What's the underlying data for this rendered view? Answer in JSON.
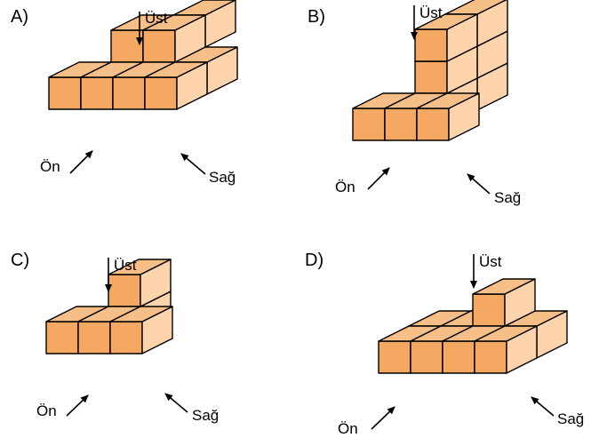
{
  "options": [
    {
      "letter": "A)",
      "labels": {
        "top": "Üst",
        "front": "Ön",
        "right": "Sağ"
      },
      "cubes": [
        [
          0,
          0,
          0
        ],
        [
          1,
          0,
          0
        ],
        [
          2,
          0,
          0
        ],
        [
          3,
          0,
          0
        ],
        [
          1,
          1,
          0
        ],
        [
          2,
          1,
          0
        ],
        [
          3,
          1,
          0
        ],
        [
          1,
          1,
          1
        ],
        [
          2,
          1,
          1
        ],
        [
          2,
          2,
          1
        ]
      ]
    },
    {
      "letter": "B)",
      "labels": {
        "top": "Üst",
        "front": "Ön",
        "right": "Sağ"
      },
      "cubes": [
        [
          0,
          0,
          0
        ],
        [
          1,
          0,
          0
        ],
        [
          2,
          0,
          0
        ],
        [
          1,
          1,
          0
        ],
        [
          1,
          1,
          1
        ],
        [
          1,
          1,
          2
        ],
        [
          1,
          2,
          0
        ],
        [
          1,
          2,
          1
        ],
        [
          1,
          2,
          2
        ]
      ]
    },
    {
      "letter": "C)",
      "labels": {
        "top": "Üst",
        "front": "Ön",
        "right": "Sağ"
      },
      "cubes": [
        [
          0,
          0,
          0
        ],
        [
          1,
          0,
          0
        ],
        [
          2,
          0,
          0
        ],
        [
          1,
          1,
          0
        ],
        [
          1,
          1,
          1
        ]
      ]
    },
    {
      "letter": "D)",
      "labels": {
        "top": "Üst",
        "front": "Ön",
        "right": "Sağ"
      },
      "cubes": [
        [
          0,
          0,
          0
        ],
        [
          1,
          0,
          0
        ],
        [
          2,
          0,
          0
        ],
        [
          3,
          0,
          0
        ],
        [
          0,
          1,
          0
        ],
        [
          1,
          1,
          0
        ],
        [
          2,
          1,
          0
        ],
        [
          2,
          1,
          1
        ],
        [
          1,
          2,
          0
        ],
        [
          3,
          1,
          0
        ]
      ]
    }
  ],
  "colors": {
    "cube_top": "#f7bf88",
    "cube_front": "#f5a862",
    "cube_right": "#fdd4ab",
    "outline": "#000000"
  },
  "icons": {
    "arrow_down": "arrow-down-icon",
    "arrow_up_right": "arrow-up-right-icon",
    "arrow_up_left": "arrow-up-left-icon"
  }
}
